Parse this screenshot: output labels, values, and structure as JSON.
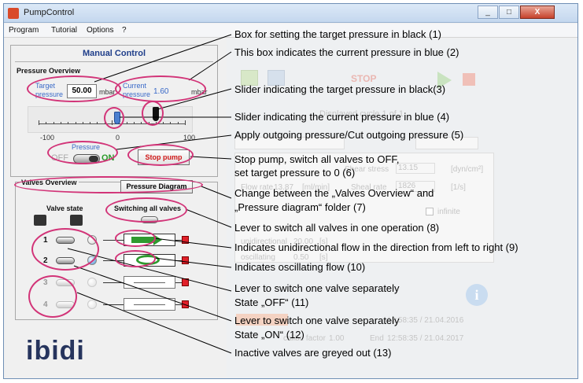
{
  "window": {
    "title": "PumpControl",
    "close_label": "X"
  },
  "menu": [
    "Program",
    "Tutorial",
    "Options",
    "?"
  ],
  "manual_control": {
    "title": "Manual Control",
    "pressure_overview": "Pressure Overview",
    "target_label_1": "Target",
    "target_label_2": "pressure",
    "target_value": "50.00",
    "target_unit": "mbar",
    "current_label_1": "Current",
    "current_label_2": "pressure",
    "current_value": "1.60",
    "current_unit": "mbar",
    "scale_min": "-100",
    "scale_mid": "0",
    "scale_max": "100",
    "pressure_label": "Pressure",
    "off_label": "OFF",
    "on_label": "ON",
    "stop_pump": "Stop pump"
  },
  "tabs": {
    "valves_overview": "Valves Overview",
    "pressure_diagram": "Pressure Diagram"
  },
  "valves": {
    "valve_state": "Valve state",
    "switching_all": "Switching all valves",
    "rows": [
      "1",
      "2",
      "3",
      "4"
    ]
  },
  "logo": "ibidi",
  "right_panel": {
    "stop": "STOP",
    "displayed_cycle": "Displayed cycle 1 of 1",
    "shear_stress_label": "Shear stress",
    "shear_stress_value": "13.15",
    "shear_stress_unit": "[dyn/cm²]",
    "flow_rate_label": "Flow rate",
    "flow_rate_value": "13.87",
    "flow_rate_unit": "[ml/min]",
    "shear_rate_label": "Sheal rate",
    "shear_rate_value": "1826",
    "shear_rate_unit": "[1/s]",
    "infinite": "infinite",
    "unidirectional": "unidirectional",
    "unidirectional_value": "20.00",
    "oscillating": "oscillating",
    "oscillating_value": "0.50",
    "unit_s": "[s]",
    "date1": "12:58:35 / 21.04.2016",
    "end_label": "End",
    "date2": "12:58:35 / 21.04.2017",
    "calibr_label": "calibr. factor",
    "calibr_value": "1.00"
  },
  "callouts": [
    "Box for setting the target pressure in black (1)",
    "This box indicates the current pressure in blue (2)",
    "Slider indicating the target pressure in black(3)",
    "Slider indicating the current pressure in blue (4)",
    "Apply outgoing pressure/Cut outgoing pressure (5)",
    "Stop pump, switch all valves to OFF,",
    "set target pressure to 0 (6)",
    "Change between the „Valves Overview“ and",
    "„Pressure diagram“ folder (7)",
    "Lever to switch all valves in one operation (8)",
    "Indicates unidirectional flow in the direction from left to right (9)",
    "Indicates oscillating flow (10)",
    "Lever to switch one valve separately",
    "State „OFF“ (11)",
    "Lever to switch one valve separately",
    "State „ON“ (12)",
    "Inactive valves are greyed out (13)"
  ]
}
